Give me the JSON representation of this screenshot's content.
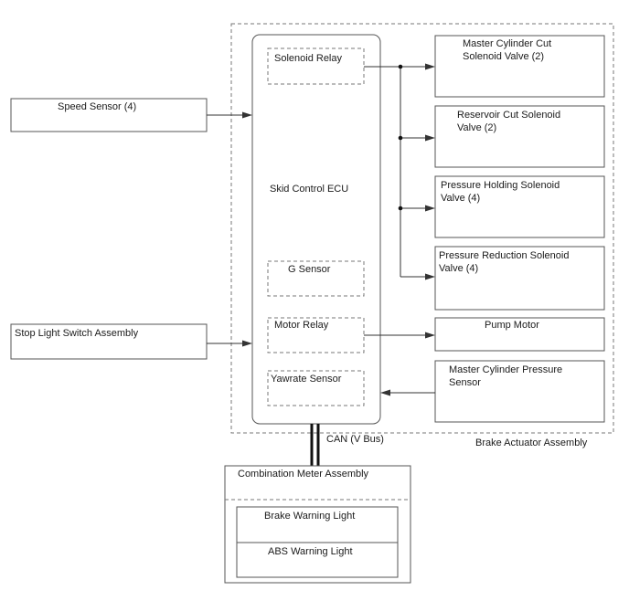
{
  "assembly": {
    "label": "Brake Actuator Assembly",
    "ecu": {
      "title": "Skid Control ECU",
      "solenoid_relay": "Solenoid Relay",
      "g_sensor": "G Sensor",
      "motor_relay": "Motor Relay",
      "yawrate_sensor": "Yawrate Sensor"
    },
    "outputs": [
      {
        "line1": "Master Cylinder Cut",
        "line2": "Solenoid Valve (2)"
      },
      {
        "line1": "Reservoir Cut Solenoid",
        "line2": "Valve (2)"
      },
      {
        "line1": "Pressure Holding Solenoid",
        "line2": "Valve (4)"
      },
      {
        "line1": "Pressure Reduction Solenoid",
        "line2": "Valve (4)"
      }
    ],
    "pump_motor": "Pump Motor",
    "pressure_sensor": {
      "line1": "Master Cylinder Pressure",
      "line2": "Sensor"
    }
  },
  "inputs": {
    "speed_sensor": "Speed Sensor (4)",
    "stop_light_switch": "Stop Light Switch Assembly"
  },
  "bus_label": "CAN (V Bus)",
  "meter": {
    "title": "Combination Meter Assembly",
    "brake_warning": "Brake Warning Light",
    "abs_warning": "ABS Warning Light"
  }
}
